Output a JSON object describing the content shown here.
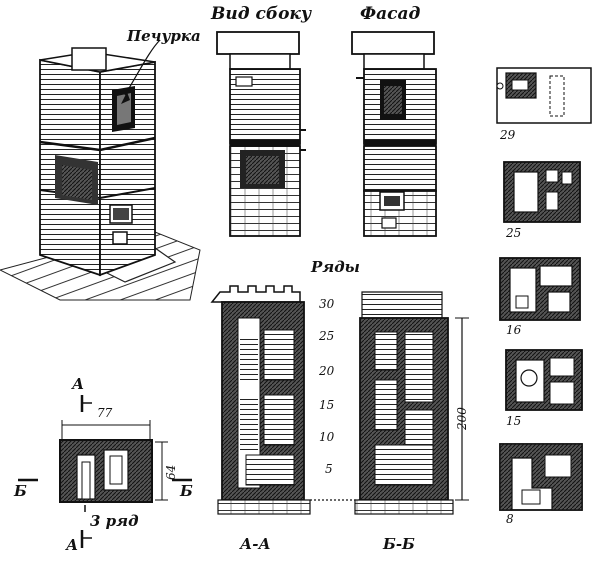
{
  "labels": {
    "pechurka": "Печурка",
    "vid_sboku": "Вид сбоку",
    "fasad": "Фасад",
    "ryady": "Ряды",
    "section_aa": "А-А",
    "section_bb": "Б-Б",
    "row_label": "3 ряд",
    "marker_a_top": "А",
    "marker_a_bottom": "А",
    "marker_b_left": "Б",
    "marker_b_right": "Б",
    "dim_width": "77",
    "dim_depth": "64",
    "dim_height": "200"
  },
  "row_scale": [
    "30",
    "25",
    "20",
    "15",
    "10",
    "5"
  ],
  "row_plans": [
    {
      "number": "29"
    },
    {
      "number": "25"
    },
    {
      "number": "16"
    },
    {
      "number": "15"
    },
    {
      "number": "8"
    }
  ]
}
